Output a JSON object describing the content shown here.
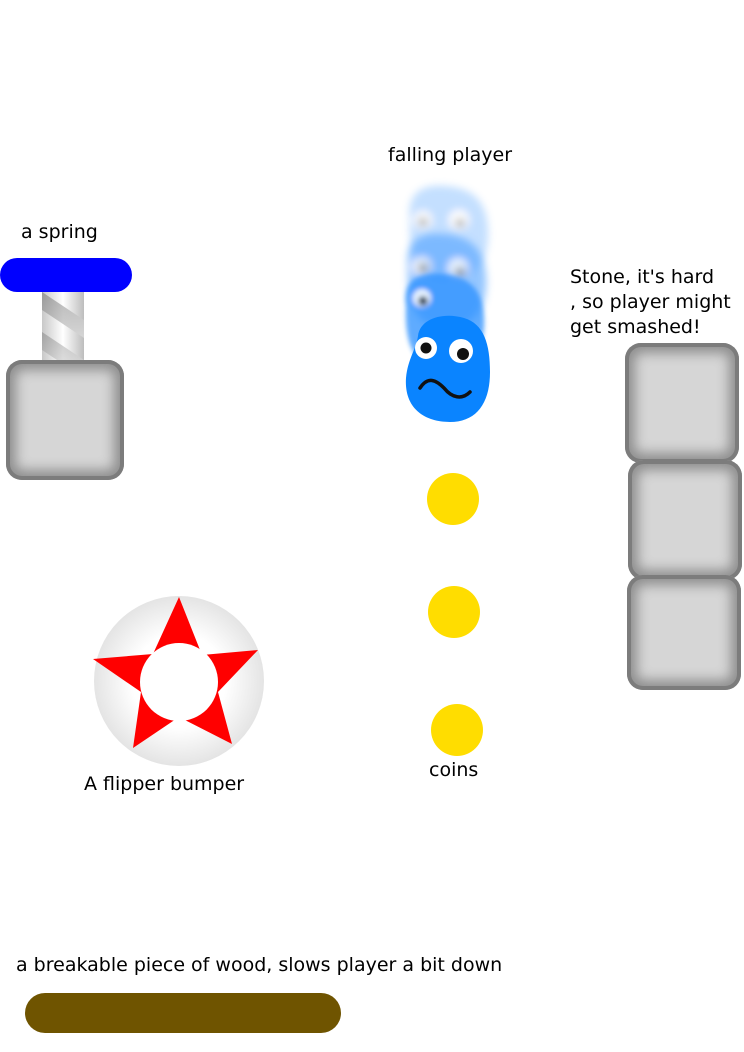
{
  "labels": {
    "falling_player": "falling player",
    "spring": "a spring",
    "stone": "Stone, it's hard\n, so player might\nget smashed!",
    "coins": "coins",
    "bumper": "A flipper bumper",
    "wood": "a breakable piece of wood, slows player a bit down"
  },
  "colors": {
    "spring_top": "#0000ff",
    "player": "#0a84ff",
    "coin": "#ffdd00",
    "bumper_star": "#ff0000",
    "wood": "#6f5400",
    "stone_edge": "#7c7c7c",
    "stone_fill": "#d6d6d6"
  }
}
